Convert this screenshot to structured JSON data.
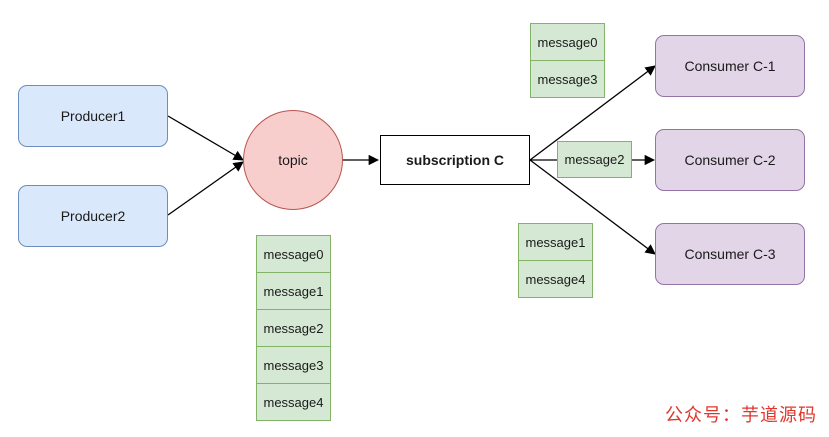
{
  "diagram": {
    "producers": [
      {
        "label": "Producer1"
      },
      {
        "label": "Producer2"
      }
    ],
    "topic": {
      "label": "topic"
    },
    "subscription": {
      "label": "subscription C"
    },
    "consumers": [
      {
        "label": "Consumer C-1"
      },
      {
        "label": "Consumer C-2"
      },
      {
        "label": "Consumer C-3"
      }
    ],
    "topic_messages": [
      "message0",
      "message1",
      "message2",
      "message3",
      "message4"
    ],
    "consumer1_messages": [
      "message0",
      "message3"
    ],
    "consumer2_message": "message2",
    "consumer3_messages": [
      "message1",
      "message4"
    ]
  },
  "watermark": "公众号：芋道源码",
  "colors": {
    "producer_fill": "#dae8fc",
    "consumer_fill": "#e1d5e7",
    "topic_fill": "#f8cecc",
    "message_fill": "#d5e8d4",
    "watermark": "#e0362c"
  }
}
